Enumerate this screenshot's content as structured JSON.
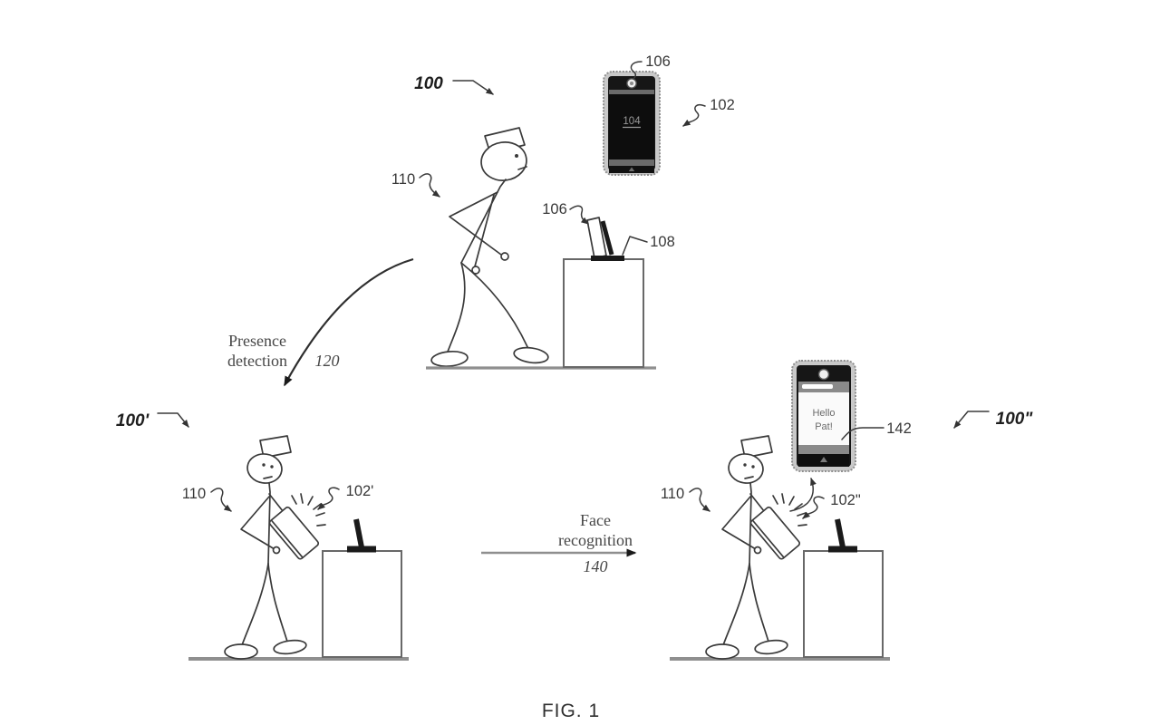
{
  "page": {
    "caption": "FIG. 1",
    "background": "#ffffff"
  },
  "labels": {
    "system_initial": "100",
    "system_presence": "100'",
    "system_greeting": "100\"",
    "user": "110",
    "camera": "106",
    "table": "108",
    "device": "102",
    "device_presence": "102'",
    "device_greeting": "102\"",
    "display_content": "104",
    "greeting_content": "142"
  },
  "transitions": {
    "presence_detection": {
      "line1": "Presence",
      "line2": "detection",
      "ref": "120"
    },
    "face_recognition": {
      "line1": "Face",
      "line2": "recognition",
      "ref": "140"
    }
  },
  "device_greeting_message": {
    "line1": "Hello",
    "line2": "Pat!"
  },
  "colors": {
    "line": "#3a3a3a",
    "structure_gray": "#686868",
    "ground_gray": "#8f8f8f",
    "device_body": "#c9c9c9",
    "screen_dark": "#0d0d0d",
    "screen_label": "#9a9a9a",
    "greeting_text": "#6b6b6b"
  }
}
